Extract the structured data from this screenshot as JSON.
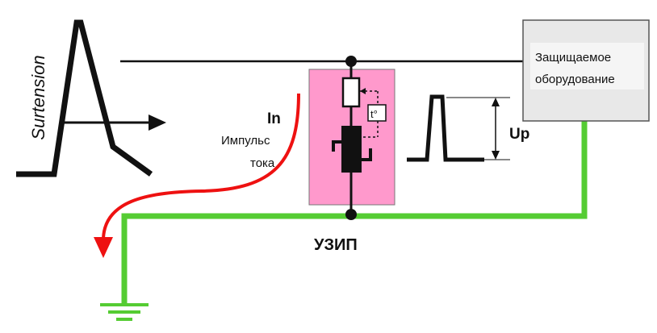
{
  "labels": {
    "surge": "Surtension",
    "current": "In",
    "current_desc_line1": "Импульс",
    "current_desc_line2": "тока",
    "thermal": "t°",
    "voltage": "Up",
    "device": "УЗИП",
    "equipment_line1": "Защищаемое",
    "equipment_line2": "оборудование"
  },
  "colors": {
    "wire": "#111111",
    "ground_wire": "#55cc33",
    "current_arrow": "#ee1111",
    "device_body": "#ff99cc",
    "equipment_box": "#e8e8e8"
  }
}
